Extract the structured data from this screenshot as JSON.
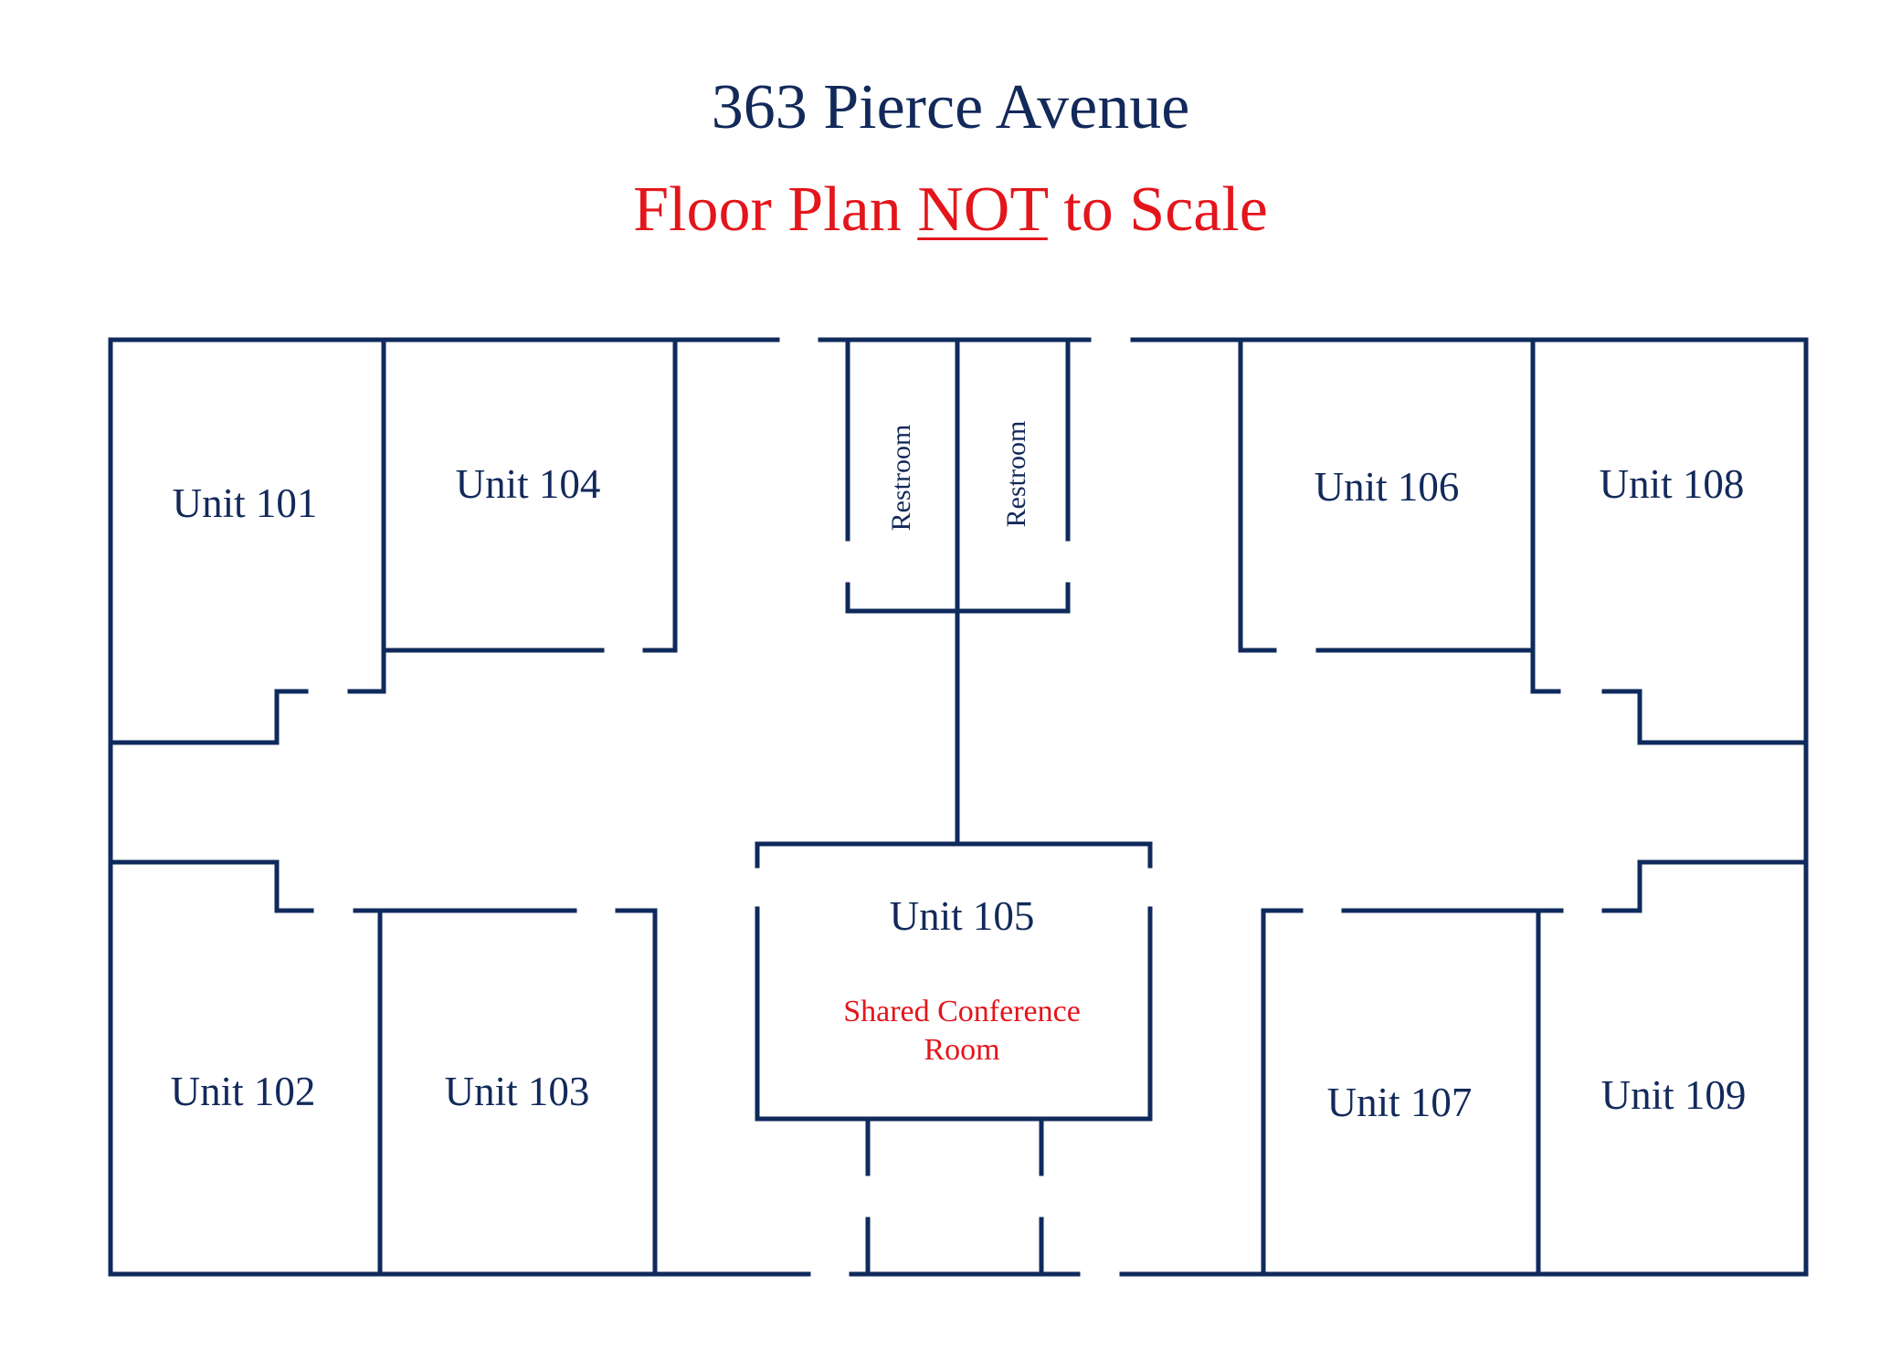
{
  "header": {
    "address": "363 Pierce Avenue",
    "subtitle_pre": "Floor Plan ",
    "subtitle_emph": "NOT",
    "subtitle_post": " to Scale"
  },
  "colors": {
    "wall": "#0f2a5c",
    "text": "#12295a",
    "accent": "#e3161b"
  },
  "rooms": {
    "u101": "Unit 101",
    "u102": "Unit 102",
    "u103": "Unit 103",
    "u104": "Unit 104",
    "u105": "Unit 105",
    "u106": "Unit 106",
    "u107": "Unit 107",
    "u108": "Unit 108",
    "u109": "Unit 109",
    "restroom_left": "Restroom",
    "restroom_right": "Restroom",
    "shared_line1": "Shared Conference",
    "shared_line2": "Room"
  }
}
